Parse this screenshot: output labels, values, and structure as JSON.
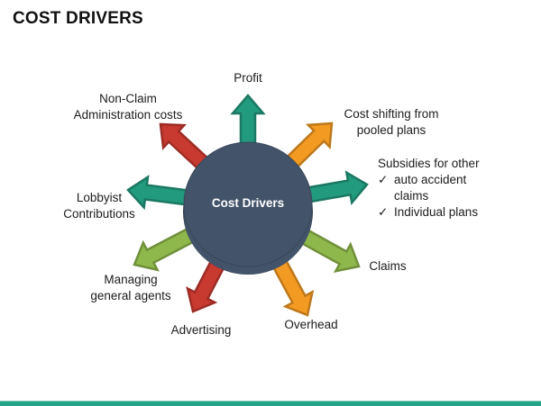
{
  "title": "COST DRIVERS",
  "center": {
    "label": "Cost Drivers",
    "color": "#435369",
    "rim_color": "#2c3848"
  },
  "colors": {
    "teal": "#229a7e",
    "orange": "#f39a22",
    "red": "#c8392f",
    "green": "#8fb84c",
    "accent_bar": "#22a386"
  },
  "drivers": [
    {
      "id": "profit",
      "label_lines": [
        "Profit"
      ],
      "color": "teal"
    },
    {
      "id": "cost-shifting",
      "label_lines": [
        "Cost shifting from",
        "pooled plans"
      ],
      "color": "orange"
    },
    {
      "id": "subsidies",
      "heading": "Subsidies for other",
      "items": [
        [
          "auto accident",
          "claims"
        ],
        [
          "Individual plans"
        ]
      ],
      "check": "✓",
      "color": "teal"
    },
    {
      "id": "claims",
      "label_lines": [
        "Claims"
      ],
      "color": "green"
    },
    {
      "id": "overhead",
      "label_lines": [
        "Overhead"
      ],
      "color": "orange"
    },
    {
      "id": "advertising",
      "label_lines": [
        "Advertising"
      ],
      "color": "red"
    },
    {
      "id": "managing-agents",
      "label_lines": [
        "Managing",
        "general agents"
      ],
      "color": "green"
    },
    {
      "id": "lobbyist",
      "label_lines": [
        "Lobbyist",
        "Contributions"
      ],
      "color": "teal"
    },
    {
      "id": "non-claim",
      "label_lines": [
        "Non-Claim",
        "Administration costs"
      ],
      "color": "red"
    }
  ]
}
